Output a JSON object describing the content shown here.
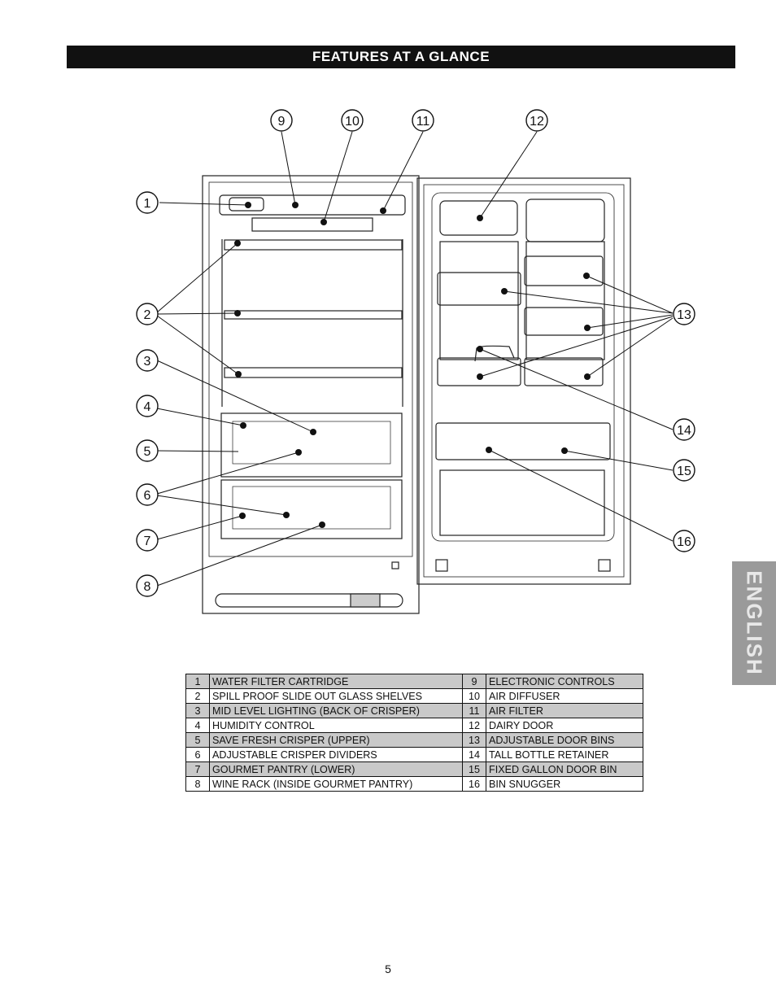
{
  "header": {
    "title": "FEATURES AT A GLANCE"
  },
  "side_tab": {
    "label": "ENGLISH"
  },
  "callouts": [
    "1",
    "2",
    "3",
    "4",
    "5",
    "6",
    "7",
    "8",
    "9",
    "10",
    "11",
    "12",
    "13",
    "14",
    "15",
    "16"
  ],
  "legend": {
    "left": [
      {
        "num": "1",
        "label": "WATER FILTER CARTRIDGE"
      },
      {
        "num": "2",
        "label": "SPILL PROOF SLIDE OUT GLASS SHELVES"
      },
      {
        "num": "3",
        "label": "MID LEVEL LIGHTING (BACK OF CRISPER)"
      },
      {
        "num": "4",
        "label": "HUMIDITY CONTROL"
      },
      {
        "num": "5",
        "label": "SAVE FRESH CRISPER (UPPER)"
      },
      {
        "num": "6",
        "label": "ADJUSTABLE CRISPER DIVIDERS"
      },
      {
        "num": "7",
        "label": "GOURMET PANTRY (LOWER)"
      },
      {
        "num": "8",
        "label": "WINE RACK (INSIDE GOURMET PANTRY)"
      }
    ],
    "right": [
      {
        "num": "9",
        "label": "ELECTRONIC CONTROLS"
      },
      {
        "num": "10",
        "label": "AIR DIFFUSER"
      },
      {
        "num": "11",
        "label": "AIR FILTER"
      },
      {
        "num": "12",
        "label": "DAIRY DOOR"
      },
      {
        "num": "13",
        "label": "ADJUSTABLE DOOR BINS"
      },
      {
        "num": "14",
        "label": "TALL BOTTLE RETAINER"
      },
      {
        "num": "15",
        "label": "FIXED GALLON DOOR BIN"
      },
      {
        "num": "16",
        "label": "BIN SNUGGER"
      }
    ]
  },
  "footer": {
    "page_number": "5"
  },
  "colors": {
    "bar": "#111111",
    "shade": "#c9c9c9",
    "tab": "#9a9a9a"
  }
}
